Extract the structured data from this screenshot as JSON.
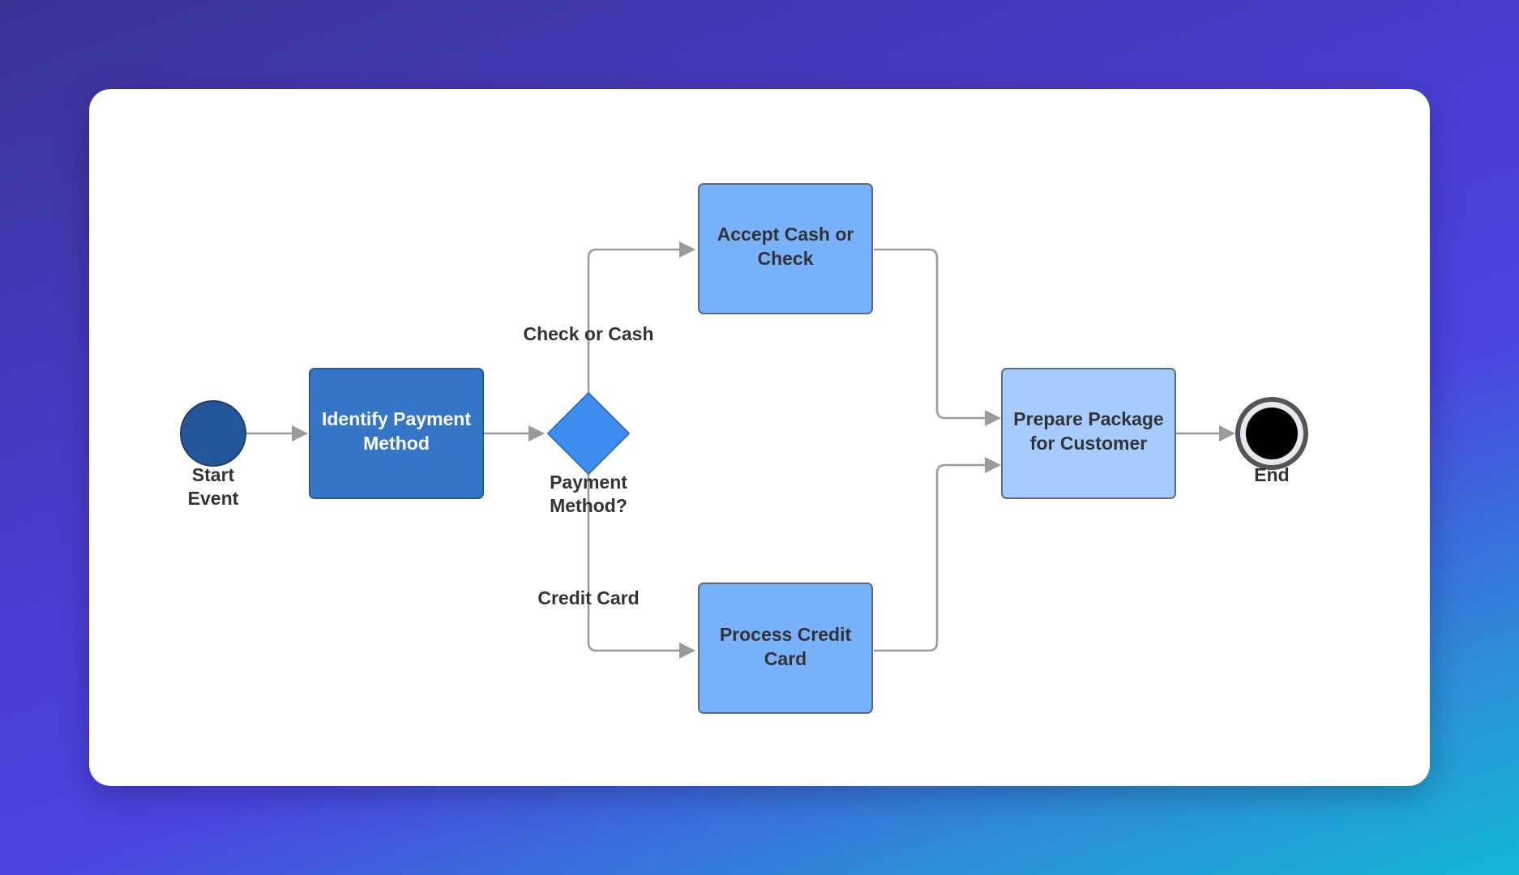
{
  "diagram": {
    "nodes": {
      "start": {
        "lines": [
          "Start",
          "Event"
        ],
        "fill": "#23579a"
      },
      "identify": {
        "lines": [
          "Identify Payment",
          "Method"
        ],
        "fill": "#3575c7"
      },
      "decision": {
        "lines": [
          "Payment",
          "Method?"
        ],
        "fill": "#3d8ef0"
      },
      "cash": {
        "lines": [
          "Accept Cash or",
          "Check"
        ],
        "fill": "#79b2fc"
      },
      "credit": {
        "lines": [
          "Process Credit",
          "Card"
        ],
        "fill": "#79b2fc"
      },
      "prepare": {
        "lines": [
          "Prepare Package",
          "for Customer"
        ],
        "fill": "#a6ccff"
      },
      "end": {
        "lines": [
          "End"
        ],
        "fill": "#000000"
      }
    },
    "edges": {
      "check_or_cash": "Check or Cash",
      "credit_card": "Credit Card"
    },
    "colors": {
      "connector": "#9a9a9a",
      "node_border": "#5a6a80",
      "text_dark": "#333333",
      "text_light": "#ffffff"
    }
  }
}
